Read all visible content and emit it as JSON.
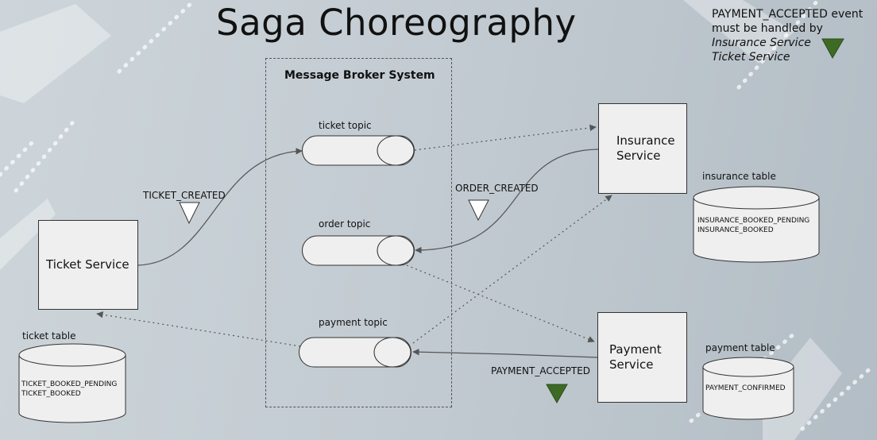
{
  "title": "Saga Choreography",
  "note": {
    "line1": "PAYMENT_ACCEPTED event",
    "line2": "must be handled by",
    "line3": "Insurance Service",
    "line4": "Ticket Service"
  },
  "broker": {
    "title": "Message Broker System"
  },
  "topics": {
    "ticket": "ticket topic",
    "order": "order topic",
    "payment": "payment topic"
  },
  "services": {
    "ticket": {
      "line1": "Ticket Service"
    },
    "insurance": {
      "line1": "Insurance",
      "line2": "Service"
    },
    "payment": {
      "line1": "Payment",
      "line2": "Service"
    }
  },
  "events": {
    "ticket_created": "TICKET_CREATED",
    "order_created": "ORDER_CREATED",
    "payment_accepted": "PAYMENT_ACCEPTED"
  },
  "tables": {
    "ticket": {
      "name": "ticket table",
      "rows": [
        "TICKET_BOOKED_PENDING",
        "TICKET_BOOKED"
      ]
    },
    "insurance": {
      "name": "insurance table",
      "rows": [
        "INSURANCE_BOOKED_PENDING",
        "INSURANCE_BOOKED"
      ]
    },
    "payment": {
      "name": "payment table",
      "rows": [
        "PAYMENT_CONFIRMED"
      ]
    }
  },
  "colors": {
    "accepted_event": "#3d6b25",
    "created_event": "#ffffff",
    "connector": "#555555"
  }
}
